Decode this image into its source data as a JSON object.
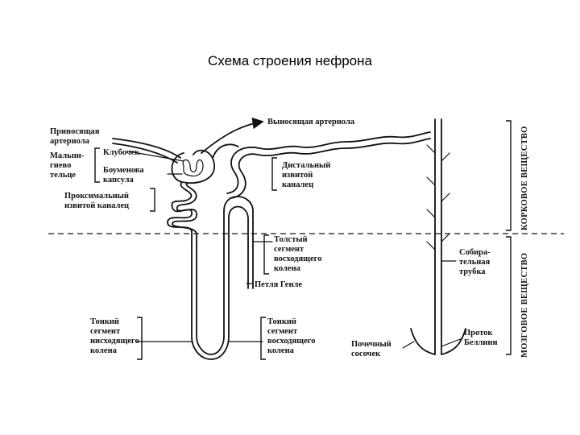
{
  "title": "Схема строения нефрона",
  "labels": {
    "afferent_1": "Приносящая",
    "afferent_2": "артериола",
    "efferent": "Выносящая артериола",
    "malpighian_1": "Мальпи-",
    "malpighian_2": "гиево",
    "malpighian_3": "тельце",
    "glomerulus": "Клубочек",
    "bowman_1": "Боуменова",
    "bowman_2": "капсула",
    "proximal_1": "Проксимальный",
    "proximal_2": "извитой каналец",
    "distal_1": "Дистальный",
    "distal_2": "извитой",
    "distal_3": "каналец",
    "thick_1": "Толстый",
    "thick_2": "сегмент",
    "thick_3": "восходящего",
    "thick_4": "колена",
    "collecting_1": "Собира-",
    "collecting_2": "тельная",
    "collecting_3": "трубка",
    "henle": "Петля Генле",
    "thin_desc_1": "Тонкий",
    "thin_desc_2": "сегмент",
    "thin_desc_3": "нисходящего",
    "thin_desc_4": "колена",
    "thin_asc_1": "Тонкий",
    "thin_asc_2": "сегмент",
    "thin_asc_3": "восходящего",
    "thin_asc_4": "колена",
    "papilla_1": "Почечный",
    "papilla_2": "сосочек",
    "bellini_1": "Проток",
    "bellini_2": "Беллини",
    "cortex": "КОРКОВОЕ ВЕЩЕСТВО",
    "medulla": "МОЗГОВОЕ ВЕЩЕСТВО"
  }
}
